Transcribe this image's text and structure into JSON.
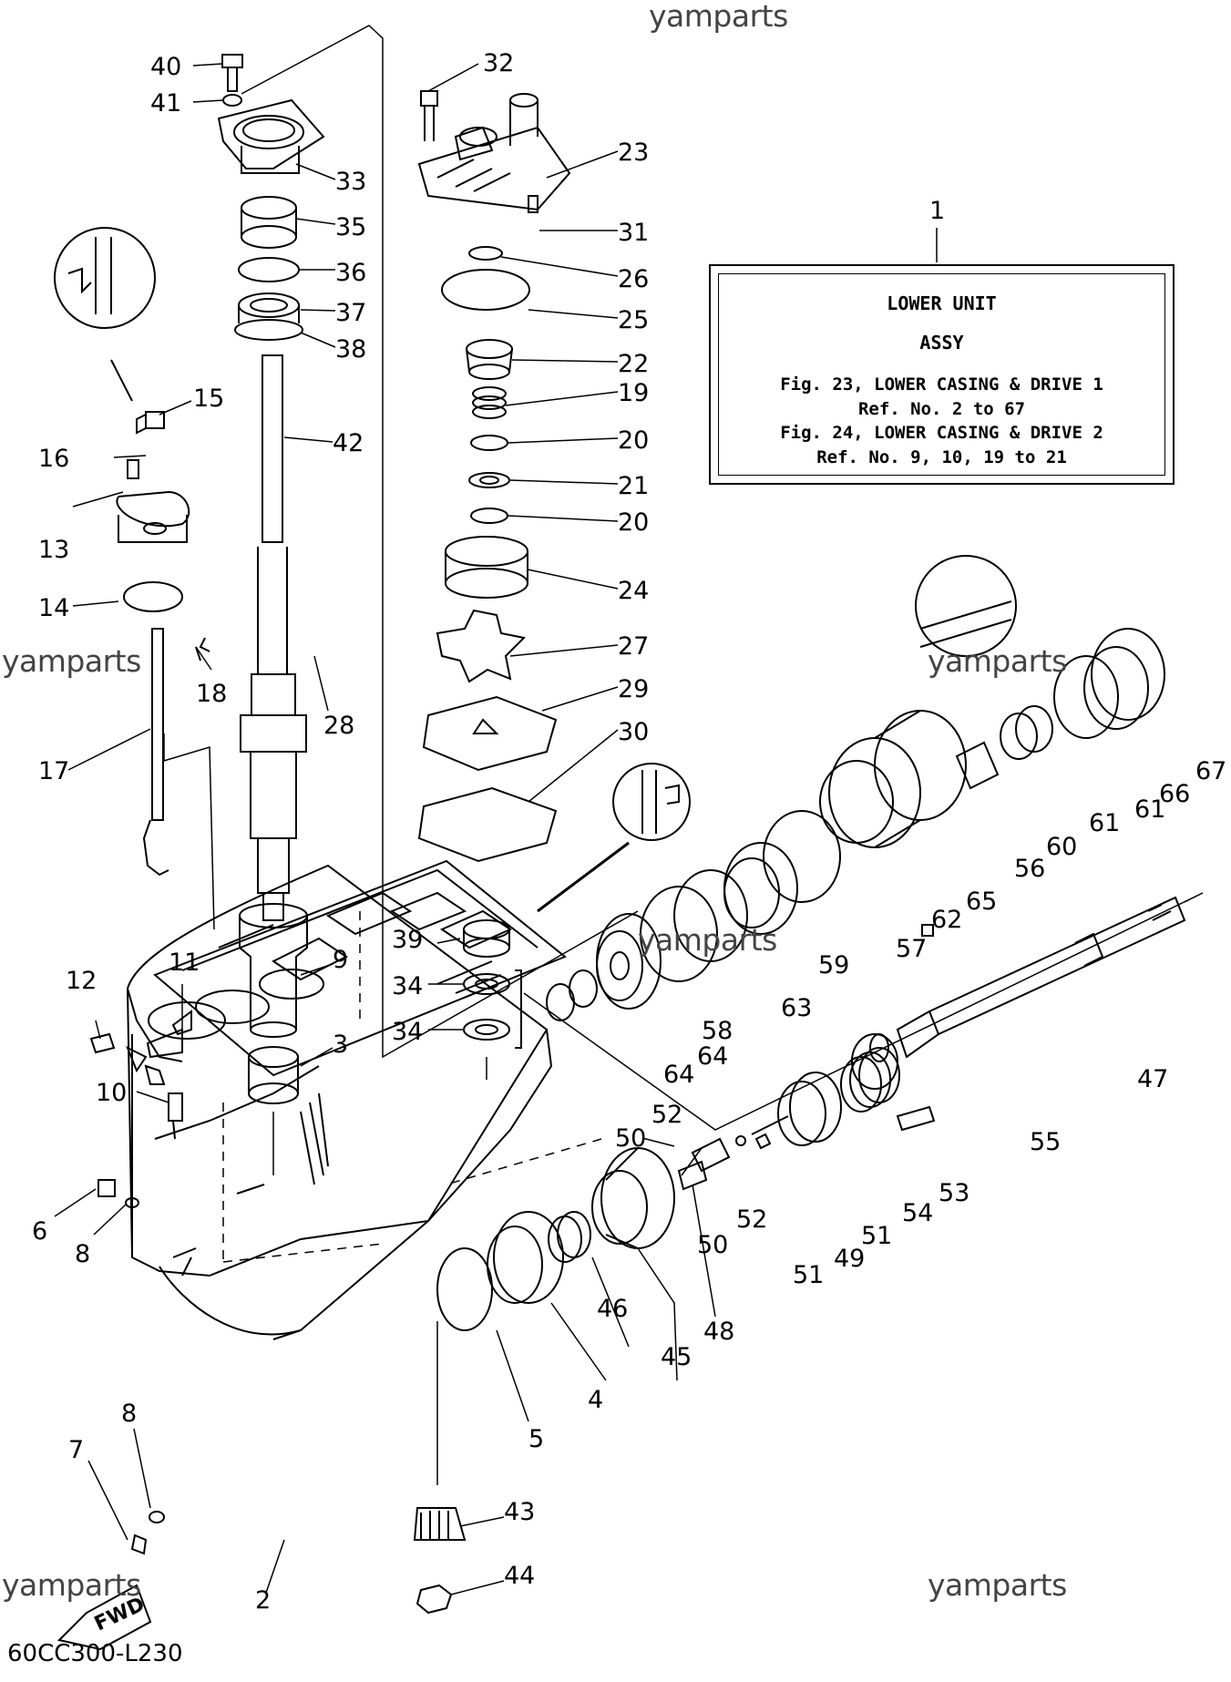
{
  "watermark": "yamparts",
  "diagram_code": "60CC300-L230",
  "fwd_label": "FWD",
  "legend": {
    "ref": "1",
    "line1": "LOWER UNIT",
    "line2": "ASSY",
    "line3": "Fig. 23, LOWER CASING & DRIVE 1",
    "line4": "Ref. No. 2 to 67",
    "line5": "Fig. 24, LOWER CASING & DRIVE 2",
    "line6": "Ref. No. 9, 10, 19 to 21"
  },
  "part_numbers": [
    "40",
    "41",
    "33",
    "35",
    "36",
    "37",
    "38",
    "42",
    "32",
    "23",
    "31",
    "26",
    "25",
    "22",
    "19",
    "20",
    "21",
    "20",
    "24",
    "27",
    "29",
    "30",
    "15",
    "16",
    "13",
    "14",
    "18",
    "17",
    "28",
    "39",
    "34",
    "34",
    "9",
    "3",
    "11",
    "12",
    "10",
    "6",
    "8",
    "8",
    "7",
    "2",
    "43",
    "44",
    "5",
    "4",
    "46",
    "45",
    "48",
    "50",
    "52",
    "52",
    "50",
    "51",
    "49",
    "51",
    "54",
    "53",
    "55",
    "47",
    "64",
    "64",
    "58",
    "63",
    "59",
    "57",
    "62",
    "65",
    "56",
    "60",
    "61",
    "61",
    "66",
    "67"
  ]
}
